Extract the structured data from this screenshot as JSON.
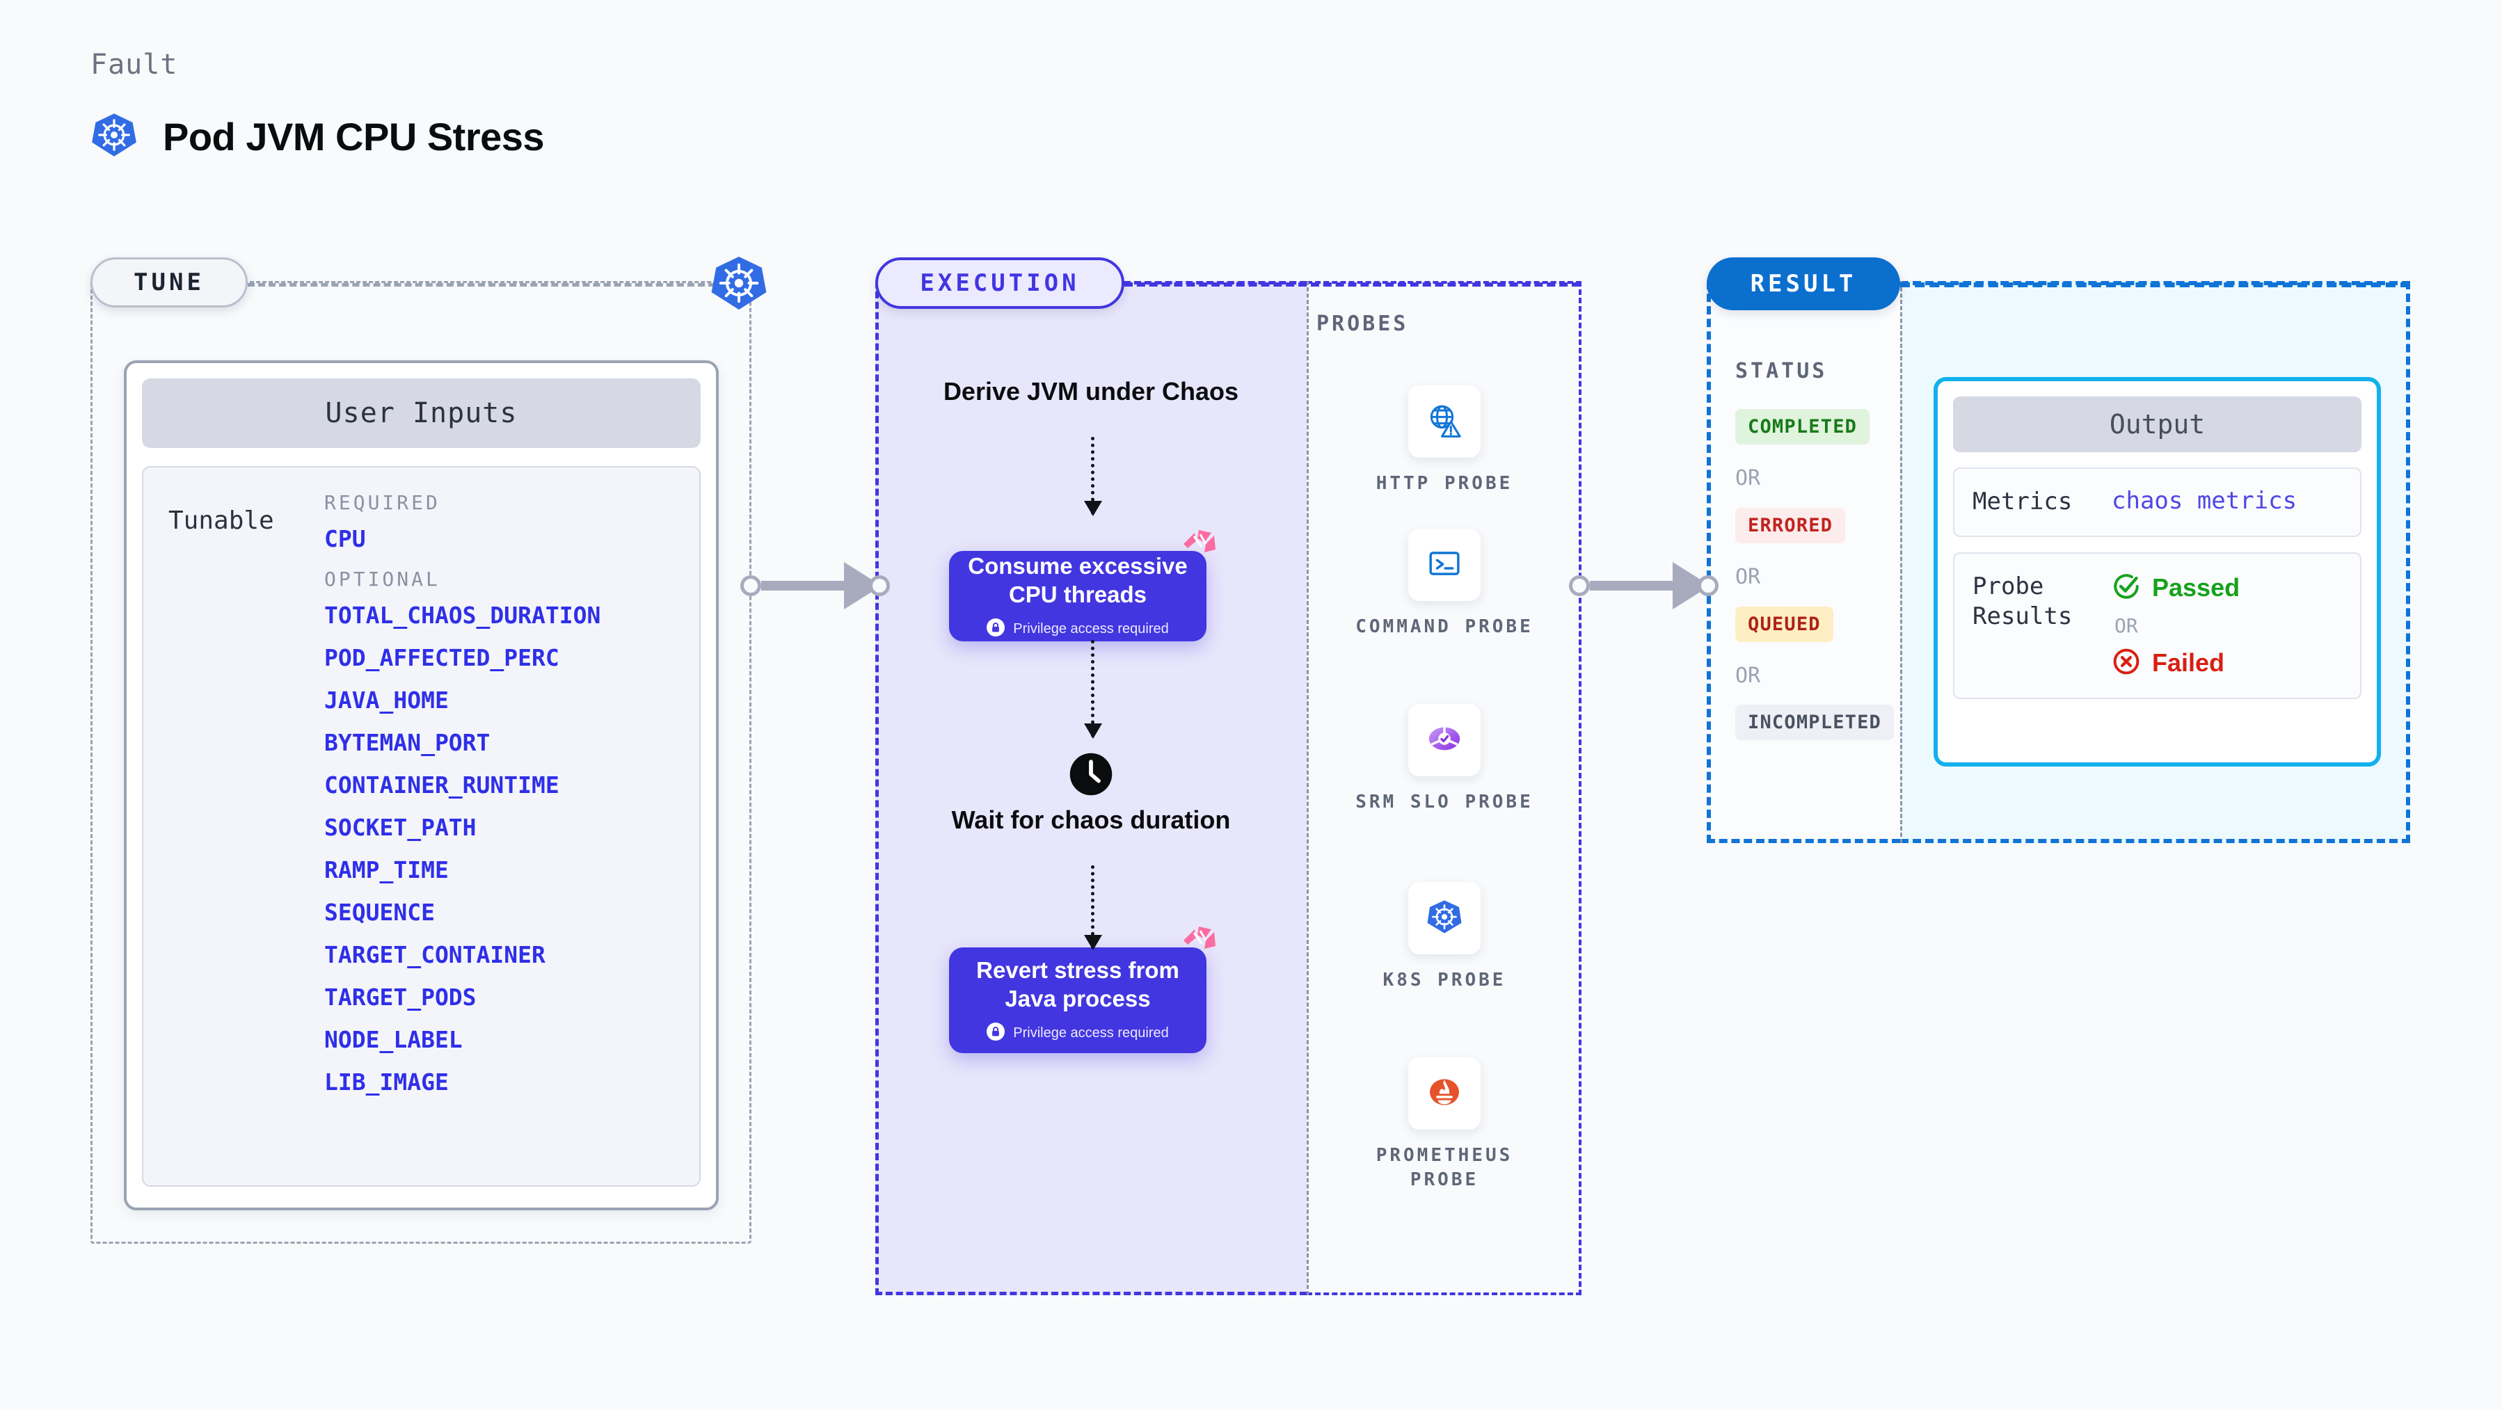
{
  "header": {
    "eyebrow": "Fault",
    "title": "Pod JVM CPU Stress",
    "icon": "kubernetes-icon"
  },
  "sections": {
    "tune": {
      "pill_label": "TUNE"
    },
    "execution": {
      "pill_label": "EXECUTION"
    },
    "result": {
      "pill_label": "RESULT"
    }
  },
  "tune": {
    "card_title": "User Inputs",
    "tunable_label": "Tunable",
    "required_label": "REQUIRED",
    "optional_label": "OPTIONAL",
    "required": [
      "CPU"
    ],
    "optional": [
      "TOTAL_CHAOS_DURATION",
      "POD_AFFECTED_PERC",
      "JAVA_HOME",
      "BYTEMAN_PORT",
      "CONTAINER_RUNTIME",
      "SOCKET_PATH",
      "RAMP_TIME",
      "SEQUENCE",
      "TARGET_CONTAINER",
      "TARGET_PODS",
      "NODE_LABEL",
      "LIB_IMAGE"
    ]
  },
  "execution": {
    "step_1_text": "Derive JVM under Chaos",
    "block_1_title": "Consume excessive CPU threads",
    "block_1_note": "Privilege access required",
    "step_2_text": "Wait for chaos duration",
    "block_2_title": "Revert stress from Java process",
    "block_2_note": "Privilege access required",
    "clock_icon": "clock-icon",
    "badge_icon": "harness-logo-icon"
  },
  "probes": {
    "label": "PROBES",
    "items": [
      {
        "name": "HTTP PROBE",
        "icon": "globe-warning-icon"
      },
      {
        "name": "COMMAND PROBE",
        "icon": "terminal-icon"
      },
      {
        "name": "SRM SLO PROBE",
        "icon": "slo-gauge-icon"
      },
      {
        "name": "K8S PROBE",
        "icon": "kubernetes-icon"
      },
      {
        "name": "PROMETHEUS PROBE",
        "icon": "prometheus-icon"
      }
    ]
  },
  "result": {
    "status_label": "STATUS",
    "or_label": "OR",
    "statuses": [
      {
        "label": "COMPLETED",
        "bg": "#dff3dd",
        "color": "#187a18"
      },
      {
        "label": "ERRORED",
        "bg": "#fdecec",
        "color": "#c0231e"
      },
      {
        "label": "QUEUED",
        "bg": "#fdeec4",
        "color": "#ad2216"
      },
      {
        "label": "INCOMPLETED",
        "bg": "#eef0f5",
        "color": "#4a5161"
      }
    ],
    "output": {
      "title": "Output",
      "metrics_label": "Metrics",
      "metrics_value": "chaos metrics",
      "probe_results_label": "Probe Results",
      "passed_label": "Passed",
      "failed_label": "Failed",
      "or_label": "OR"
    }
  },
  "colors": {
    "page_bg": "#f8fafc",
    "execution_purple": "#4236e0",
    "execution_bg": "#e8e6fb",
    "result_blue": "#1073d6",
    "result_bg": "#ecfaff",
    "output_border": "#12b0ed",
    "param_blue": "#2f2fe8",
    "kubernetes_blue": "#326ce5",
    "harness_pink": "#fb6ca0"
  }
}
